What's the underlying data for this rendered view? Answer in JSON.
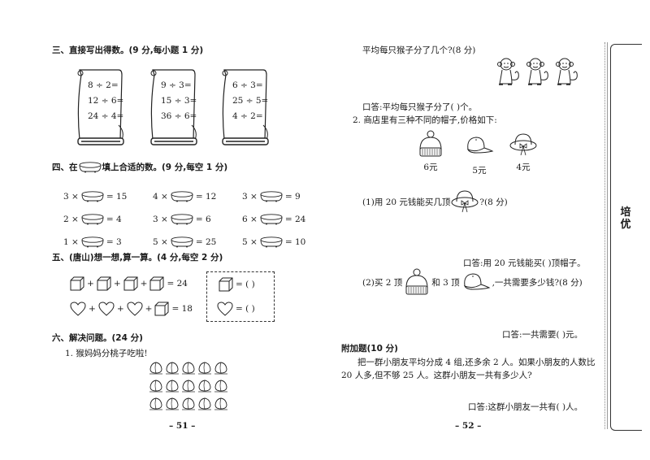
{
  "left_page": {
    "section3": {
      "title": "三、直接写出得数。(9 分,每小题 1 分)",
      "scrolls": [
        [
          "8 ÷ 2=",
          "12 ÷ 6=",
          "24 ÷ 4="
        ],
        [
          "9 ÷ 3=",
          "15 ÷ 3=",
          "36 ÷ 6="
        ],
        [
          "6 ÷ 3=",
          "25 ÷ 5=",
          "4 ÷ 2="
        ]
      ]
    },
    "section4": {
      "title_prefix": "四、在",
      "title_suffix": "填上合适的数。(9 分,每空 1 分)",
      "rows": [
        [
          {
            "a": "3 ×",
            "b": "= 15"
          },
          {
            "a": "4 ×",
            "b": "= 12"
          },
          {
            "a": "3 ×",
            "b": "= 9"
          }
        ],
        [
          {
            "a": "2 ×",
            "b": "= 4"
          },
          {
            "a": "3 ×",
            "b": "= 6"
          },
          {
            "a": "6 ×",
            "b": "= 24"
          }
        ],
        [
          {
            "a": "1 ×",
            "b": "= 3"
          },
          {
            "a": "5 ×",
            "b": "= 25"
          },
          {
            "a": "5 ×",
            "b": "= 10"
          }
        ]
      ]
    },
    "section5": {
      "title": "五、(唐山)想一想,算一算。(4 分,每空 2 分)",
      "eq1_result": "= 24",
      "eq2_result": "= 18",
      "plus": "+",
      "box_cube": "= (      )",
      "box_heart": "= (      )"
    },
    "section6": {
      "title": "六、解决问题。(24 分)",
      "q1": "1. 猴妈妈分桃子吃啦!",
      "peach_rows": 3,
      "peach_cols": 5
    },
    "page_number": "– 51 –"
  },
  "right_page": {
    "q1_question": "平均每只猴子分了几个?(8 分)",
    "q1_answer": "口答:平均每只猴子分了(      )个。",
    "q2_title": "2. 商店里有三种不同的帽子,价格如下:",
    "hats": [
      {
        "name": "knit-hat",
        "price": "6元"
      },
      {
        "name": "cap",
        "price": "5元"
      },
      {
        "name": "sun-hat",
        "price": "4元"
      }
    ],
    "q2_1_prefix": "(1)用 20 元钱能买几顶",
    "q2_1_suffix": "?(8 分)",
    "q2_1_answer": "口答:用 20 元钱能买(      )顶帽子。",
    "q2_2_prefix": "(2)买 2 顶",
    "q2_2_mid": "和 3 顶",
    "q2_2_suffix": ",一共需要多少钱?(8 分)",
    "q2_2_answer": "口答:一共需要(      )元。",
    "bonus_title": "附加题(10 分)",
    "bonus_line1": "把一群小朋友平均分成 4 组,还多余 2 人。如果小朋友的人数比",
    "bonus_line2": "20 人多,但不够 25 人。这群小朋友一共有多少人?",
    "bonus_answer": "口答:这群小朋友一共有(      )人。",
    "page_number": "– 52 –"
  },
  "sidebar": {
    "logo_text": "培优"
  }
}
